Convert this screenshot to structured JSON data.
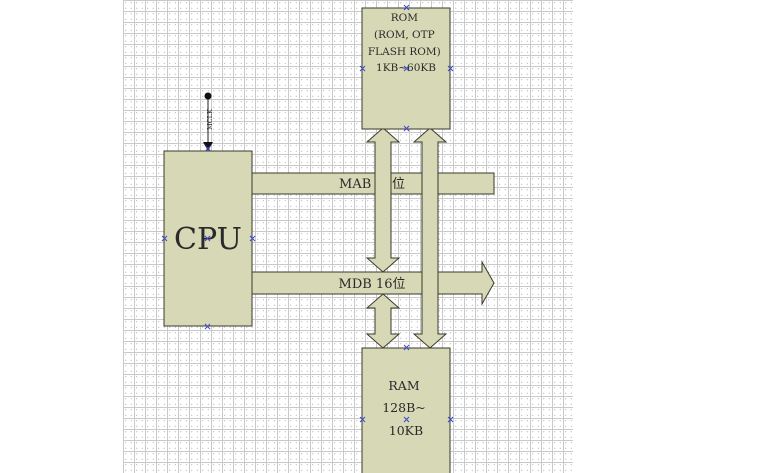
{
  "cpu": {
    "label": "CPU"
  },
  "rom": {
    "lines": [
      "ROM",
      "(ROM, OTP",
      "FLASH ROM)",
      "1KB~60KB"
    ]
  },
  "ram": {
    "lines": [
      "RAM",
      "128B~",
      "10KB"
    ]
  },
  "mab": {
    "label": "MAB 16位"
  },
  "mdb": {
    "label": "MDB 16位"
  },
  "input_signal": {
    "label": "MCLK"
  },
  "colors": {
    "fill": "#d6d8b6",
    "stroke": "#3a3a2a",
    "handle": "#3a46c8"
  }
}
